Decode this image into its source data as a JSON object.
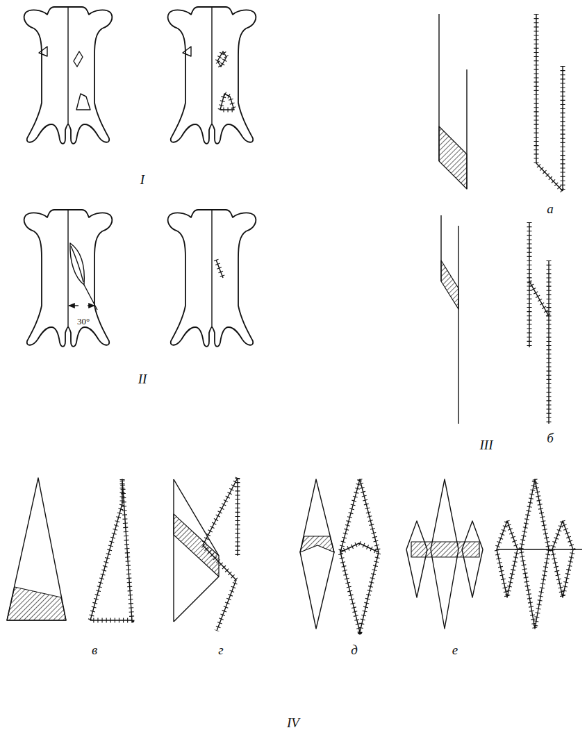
{
  "diagram": {
    "labels": [
      "I",
      "II",
      "III",
      "IV",
      "а",
      "б",
      "в",
      "г",
      "д",
      "е",
      "30°"
    ]
  }
}
